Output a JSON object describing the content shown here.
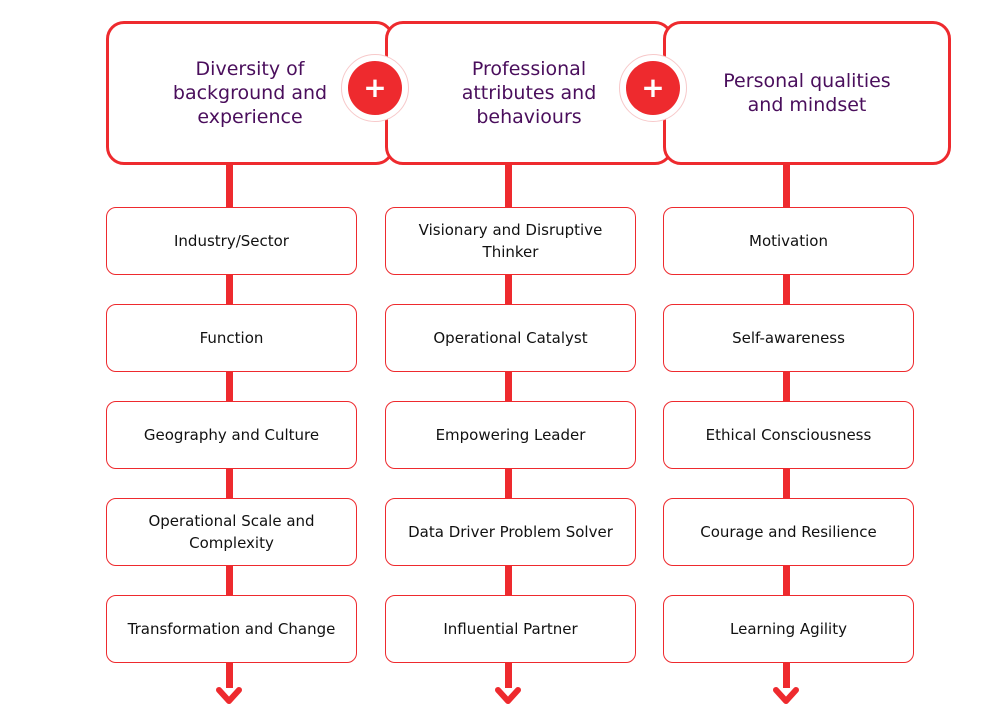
{
  "colors": {
    "accent": "#ee2a2e",
    "heading": "#4a0e5c"
  },
  "plus_symbol": "+",
  "columns": [
    {
      "title": "Diversity of background and experience",
      "items": [
        "Industry/Sector",
        "Function",
        "Geography and Culture",
        "Operational Scale and Complexity",
        "Transformation and Change"
      ]
    },
    {
      "title": "Professional attributes and behaviours",
      "items": [
        "Visionary and Disruptive Thinker",
        "Operational Catalyst",
        "Empowering Leader",
        "Data Driver Problem Solver",
        "Influential Partner"
      ]
    },
    {
      "title": "Personal qualities and mindset",
      "items": [
        "Motivation",
        "Self-awareness",
        "Ethical Consciousness",
        "Courage and Resilience",
        "Learning Agility"
      ]
    }
  ]
}
